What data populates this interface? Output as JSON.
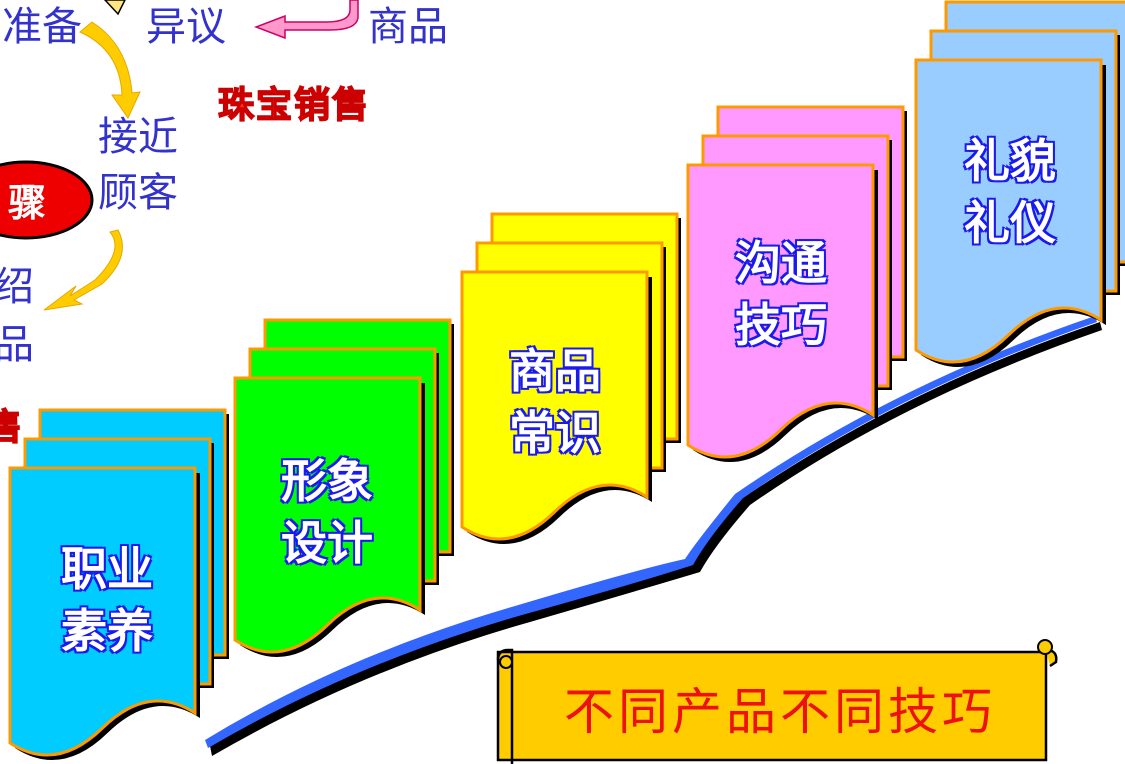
{
  "flow": {
    "prep": "准备",
    "objection": "异议",
    "product": "商品",
    "approach_1": "接近",
    "approach_2": "顾客",
    "intro_1": "绍",
    "intro_2": "品"
  },
  "red_title": "珠宝销售",
  "left_cut_title": "售",
  "oval_text": "骤",
  "cards": [
    {
      "line1": "职业",
      "line2": "素养",
      "color": "#00ccff"
    },
    {
      "line1": "形象",
      "line2": "设计",
      "color": "#00ff00"
    },
    {
      "line1": "商品",
      "line2": "常识",
      "color": "#ffff00"
    },
    {
      "line1": "沟通",
      "line2": "技巧",
      "color": "#ff99ff"
    },
    {
      "line1": "礼貌",
      "line2": "礼仪",
      "color": "#99ccff"
    }
  ],
  "scroll_text": "不同产品不同技巧",
  "colors": {
    "flow_text": "#3333cc",
    "arrow": "#ffcc00",
    "pink_arrow": "#ff99cc",
    "staircase_line": "#3366ff",
    "card_border": "#ff9900",
    "scroll_fill": "#ffcc00"
  }
}
